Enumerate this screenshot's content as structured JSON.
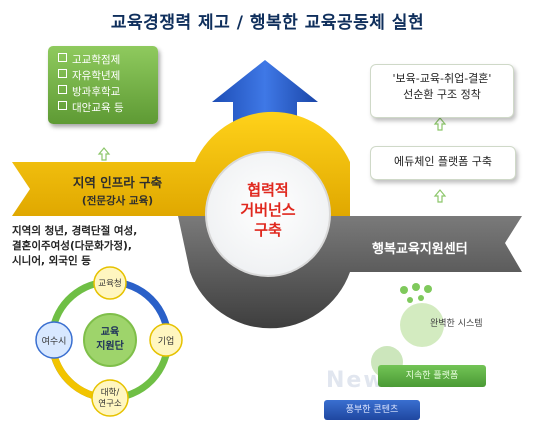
{
  "title": "교육경쟁력 제고 / 행복한 교육공동체 실현",
  "services": [
    "고교학점제",
    "자유학년제",
    "방과후학교",
    "대안교육 등"
  ],
  "life_cycle": {
    "line1": "'보육-교육-취업-결혼'",
    "line2": "선순환 구조 정착"
  },
  "platform": "에듀체인 플랫폼 구축",
  "center": {
    "line1": "협력적",
    "line2": "거버넌스",
    "line3": "구축"
  },
  "local_infra": {
    "label": "지역 인프라 구축",
    "sub": "(전문강사 교육)"
  },
  "support_center": "행복교육지원센터",
  "resources": [
    "지역의 청년, 경력단절 여성,",
    "결혼이주여성(다문화가정),",
    "시니어, 외국인 등"
  ],
  "cycle": {
    "center_line1": "교육",
    "center_line2": "지원단",
    "top": "교육청",
    "right": "기업",
    "bottom_line1": "대학/",
    "bottom_line2": "연구소",
    "left": "여수시"
  },
  "steps": [
    "풍부한 콘텐츠",
    "지속한 플랫폼",
    "완벽한 시스템"
  ],
  "watermark": "News",
  "colors": {
    "navy": "#0f2f5c",
    "green": "#6aa83f",
    "yellow": "#f2c400",
    "gray": "#5a5a5a",
    "blue": "#2a5bd0",
    "red": "#e0281e"
  }
}
